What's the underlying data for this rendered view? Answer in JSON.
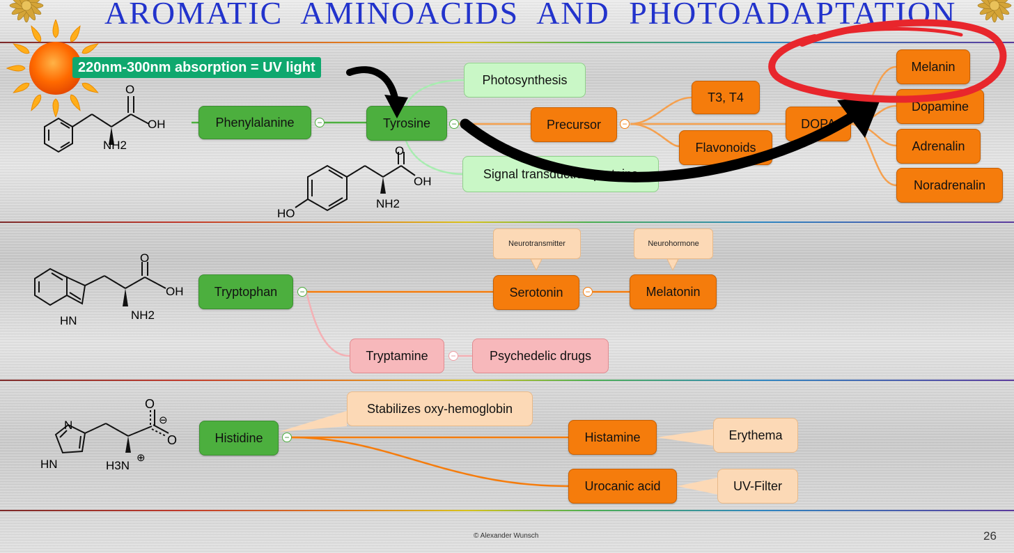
{
  "title": "AROMATIC AMINOACIDS AND PHOTOADAPTATION",
  "uv_label": "220nm-300nm absorption = UV light",
  "rows": {
    "phenylalanine": {
      "nodes": {
        "phenylalanine": "Phenylalanine",
        "tyrosine": "Tyrosine",
        "photosynthesis": "Photosynthesis",
        "signal_transduction": "Signal transduction proteins",
        "precursor": "Precursor",
        "t3_t4": "T3, T4",
        "flavonoids": "Flavonoids",
        "dopa": "DOPA",
        "melanin": "Melanin",
        "dopamine": "Dopamine",
        "adrenalin": "Adrenalin",
        "noradrenalin": "Noradrenalin"
      }
    },
    "tryptophan": {
      "nodes": {
        "tryptophan": "Tryptophan",
        "serotonin": "Serotonin",
        "melatonin": "Melatonin",
        "tryptamine": "Tryptamine",
        "psychedelic_drugs": "Psychedelic drugs"
      },
      "tips": {
        "neurotransmitter": "Neurotransmitter",
        "neurohormone": "Neurohormone"
      }
    },
    "histidine": {
      "nodes": {
        "histidine": "Histidine",
        "stabilizes": "Stabilizes oxy-hemoglobin",
        "histamine": "Histamine",
        "erythema": "Erythema",
        "urocanic_acid": "Urocanic acid",
        "uv_filter": "UV-Filter"
      }
    }
  },
  "structures": {
    "phe": {
      "oh": "OH",
      "o": "O",
      "nh2": "NH2"
    },
    "tyr": {
      "ho": "HO",
      "oh": "OH",
      "o": "O",
      "nh2": "NH2"
    },
    "trp": {
      "oh": "OH",
      "o": "O",
      "hn": "HN",
      "nh2": "NH2"
    },
    "his": {
      "o_top": "O",
      "o_side": "O",
      "minus": "⊖",
      "n": "N",
      "hn": "HN",
      "h3n": "H3N",
      "plus": "⊕"
    }
  },
  "collapse_glyph": "−",
  "footer": "© Alexander Wunsch",
  "page_number": "26",
  "colors": {
    "title": "#2233cc",
    "green_node": "#4caf3e",
    "light_green_node": "#c9f7c6",
    "orange_node": "#f57c0c",
    "pink_node": "#f7b8bb",
    "peach_node": "#fcd9b6",
    "uv_label_bg": "#0fa86e",
    "highlight_ring": "#e8262c",
    "arrow": "#000000"
  },
  "icons": {
    "sun": "sun-icon",
    "ornament": "gold-ornament-icon",
    "collapse": "collapse-circle-icon"
  }
}
